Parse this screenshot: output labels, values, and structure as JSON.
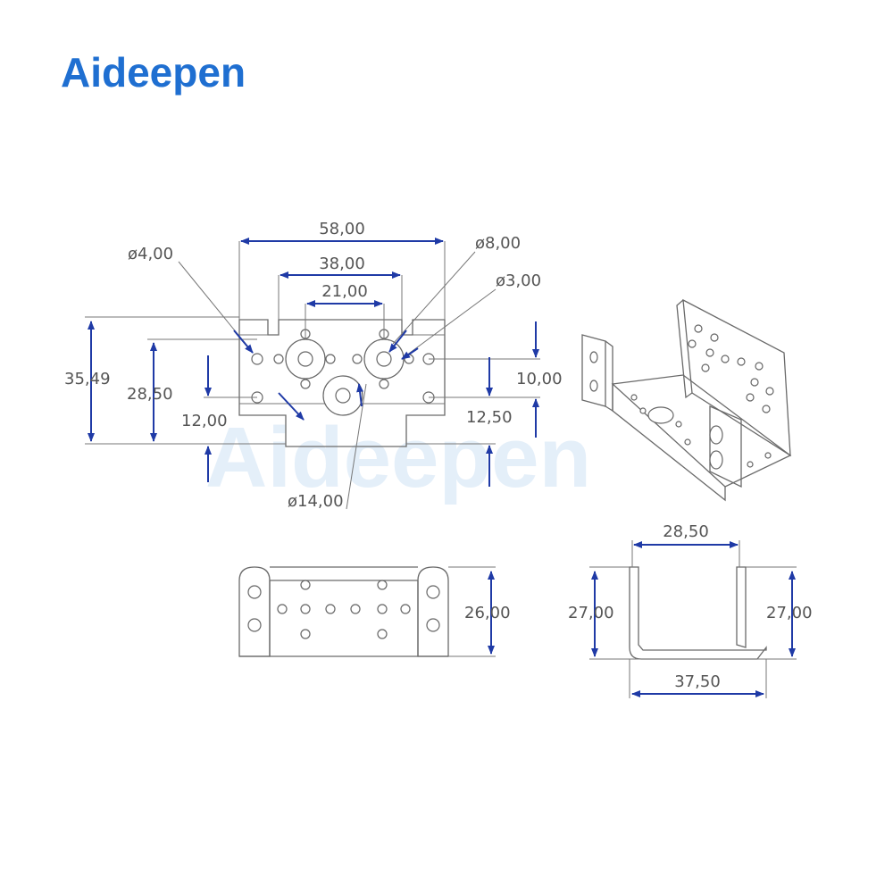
{
  "brand": {
    "logo_text": "Aideepen",
    "watermark_text": "Aideepen",
    "accent": "#1f6fd1",
    "accent2": "#f2b81a"
  },
  "front_view": {
    "width_total": "58,00",
    "width_mid": "38,00",
    "width_inner": "21,00",
    "height_total": "35,49",
    "height_mid": "28,50",
    "height_low": "12,00",
    "right_upper": "10,00",
    "right_lower": "12,50",
    "hole_d4": "ø4,00",
    "hole_d8": "ø8,00",
    "hole_d3": "ø3,00",
    "hole_d14": "ø14,00"
  },
  "side_view": {
    "height": "26,00"
  },
  "u_view": {
    "inner_width": "28,50",
    "outer_width": "37,50",
    "left_height": "27,00",
    "right_height": "27,00"
  },
  "colors": {
    "line": "#6a6a6a",
    "arrow": "#1f3aa6",
    "text": "#555555"
  }
}
